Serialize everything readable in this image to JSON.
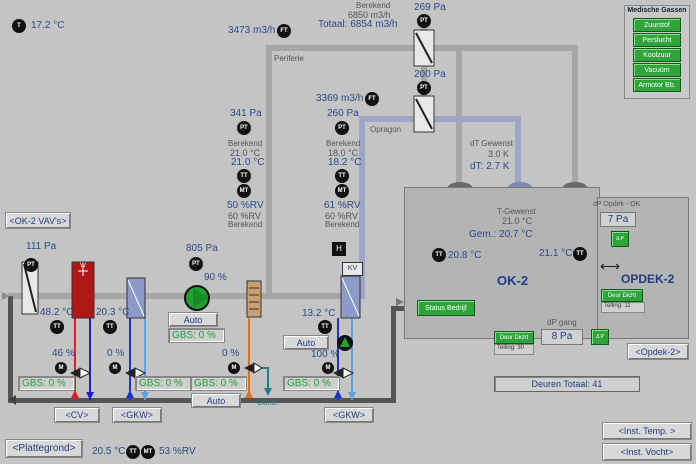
{
  "header": {
    "outside_temp": "17.2 °C"
  },
  "gases": {
    "title": "Medische Gassen",
    "items": [
      "Zuurstof",
      "Perslucht",
      "Koolzuur",
      "Vacuüm",
      "Armotor Bb."
    ]
  },
  "top": {
    "berekend_label": "Berekend",
    "berekend_flow": "6850 m3/h",
    "totaal": "Totaal: 6854 m3/h",
    "peri_flow": "3473 m3/h",
    "peri_label": "Periferie",
    "peri_pa": "269 Pa",
    "opr_pa": "200 Pa",
    "opr_flow": "3369 m3/h",
    "opr_label": "Opragon",
    "dt_gewenst_label": "dT Gewenst",
    "dt_gewenst": "3.0 K",
    "dt": "dT: 2.7 K"
  },
  "left_col": {
    "pa": "341 Pa",
    "berekend": "Berekend",
    "temp_b": "21.0 °C",
    "temp": "21.0 °C",
    "rv": "50 %RV",
    "rv_b": "60 %RV",
    "berekend2": "Berekend"
  },
  "mid_col": {
    "pa": "260 Pa",
    "berekend": "Berekend",
    "temp_b": "18.0 °C",
    "temp": "18.2 °C",
    "rv": "61 %RV",
    "rv_b": "60 %RV",
    "berekend2": "Berekend"
  },
  "ahu": {
    "vav_button": "<OK-2 VAV's>",
    "filter_pa": "111 Pa",
    "heater_label": "W",
    "heater_temp": "48.2 °C",
    "heater_pct": "46 %",
    "heater_gbs": "GBS:  0 %",
    "cooler_temp": "20.3 °C",
    "cooler_pct": "0 %",
    "cooler_gbs": "GBS:  0 %",
    "fan_pa": "805 Pa",
    "fan_pct": "90 %",
    "fan_auto": "Auto",
    "fan_gbs": "GBS:  0 %",
    "hum_pct": "0 %",
    "hum_gbs": "GBS:  0 %",
    "hum_auto": "Auto",
    "cond": "Cond.",
    "kv_label": "KV",
    "h_label": "H",
    "kv_temp": "13.2 °C",
    "kv_auto": "Auto",
    "kv_pct": "100 %",
    "kv_gbs": "GBS:  0 %",
    "cv_button": "<CV>",
    "gkw_button1": "<GKW>",
    "gkw_button2": "<GKW>"
  },
  "room": {
    "t_gewenst_label": "T-Gewenst",
    "t_gewenst": "21.0 °C",
    "gem": "Gem.:  20.7 °C",
    "t_left": "20.8 °C",
    "t_right": "21.1 °C",
    "name": "OK-2",
    "status": "Status Bedrijf",
    "dp_opdek_label": "dP Opdek - OK",
    "dp_opdek": "7 Pa",
    "opdek_name": "OPDEK-2",
    "deur_dicht": "Deur Dicht",
    "telling_top": "Telling: 11",
    "dp_gang_label": "dP gang",
    "dp_gang": "8 Pa",
    "telling_bot": "Telling: 30",
    "opdek_button": "<Opdek-2>",
    "deuren_totaal": "Deuren Totaal:  41"
  },
  "footer": {
    "plattegrond": "<Plattegrond>",
    "temp": "20.5 °C",
    "rv": "53 %RV",
    "inst_temp": "<Inst. Temp. >",
    "inst_vocht": "<Inst. Vocht>"
  },
  "sensors": {
    "tt": "TT",
    "mt": "MT",
    "pt": "PT",
    "ft": "FT",
    "t": "T",
    "m": "M",
    "dp": "Δ P"
  }
}
